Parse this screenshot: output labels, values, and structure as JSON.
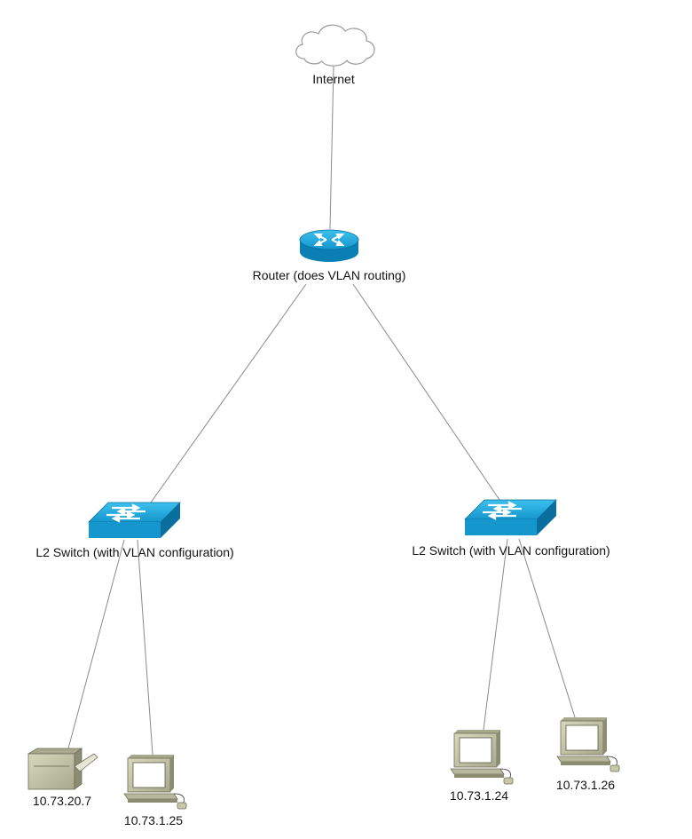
{
  "nodes": {
    "internet": {
      "label": "Internet"
    },
    "router": {
      "label": "Router (does VLAN routing)"
    },
    "switch_left": {
      "label": "L2 Switch (with VLAN configuration)"
    },
    "switch_right": {
      "label": "L2 Switch (with VLAN configuration)"
    },
    "printer": {
      "label": "10.73.20.7"
    },
    "pc_1_25": {
      "label": "10.73.1.25"
    },
    "pc_1_24": {
      "label": "10.73.1.24"
    },
    "pc_1_26": {
      "label": "10.73.1.26"
    }
  },
  "colors": {
    "link": "#8a8a8a",
    "device_blue": "#1aa3d9",
    "device_blue_dark": "#0a6f9e",
    "computer_body": "#c8c8a8",
    "cloud_stroke": "#9a9a9a"
  },
  "icons": {
    "internet": "cloud-icon",
    "router": "router-icon",
    "switch": "switch-icon",
    "printer": "printer-icon",
    "pc": "computer-icon"
  }
}
